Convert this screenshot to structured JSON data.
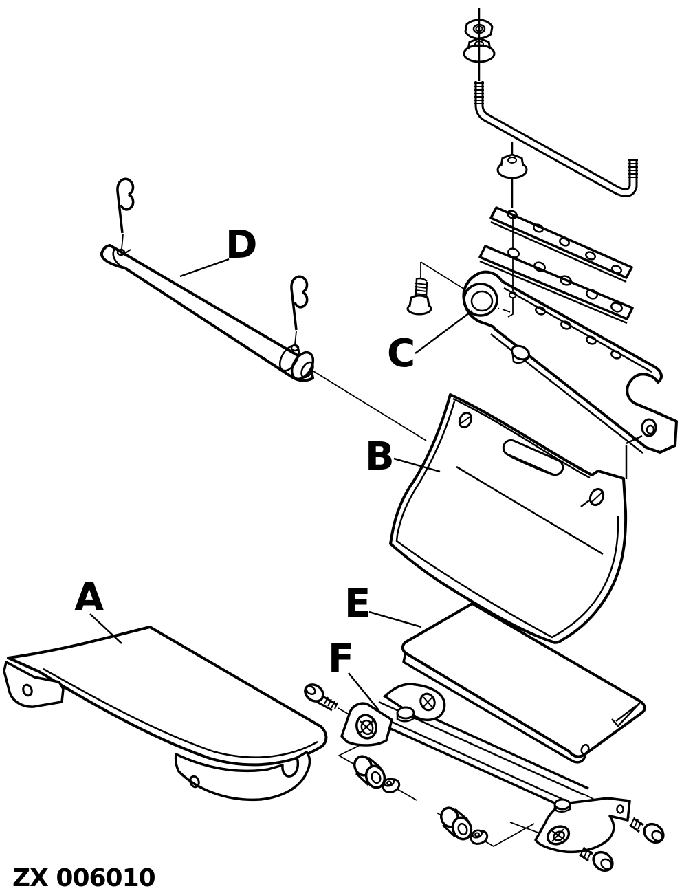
{
  "figure": {
    "code": "ZX 006010"
  },
  "diagram": {
    "kind": "exploded-parts-diagram"
  },
  "colors": {
    "background": "#ffffff",
    "line": "#000000"
  },
  "labels": {
    "a": "A",
    "b": "B",
    "c": "C",
    "d": "D",
    "e": "E",
    "f": "F"
  }
}
